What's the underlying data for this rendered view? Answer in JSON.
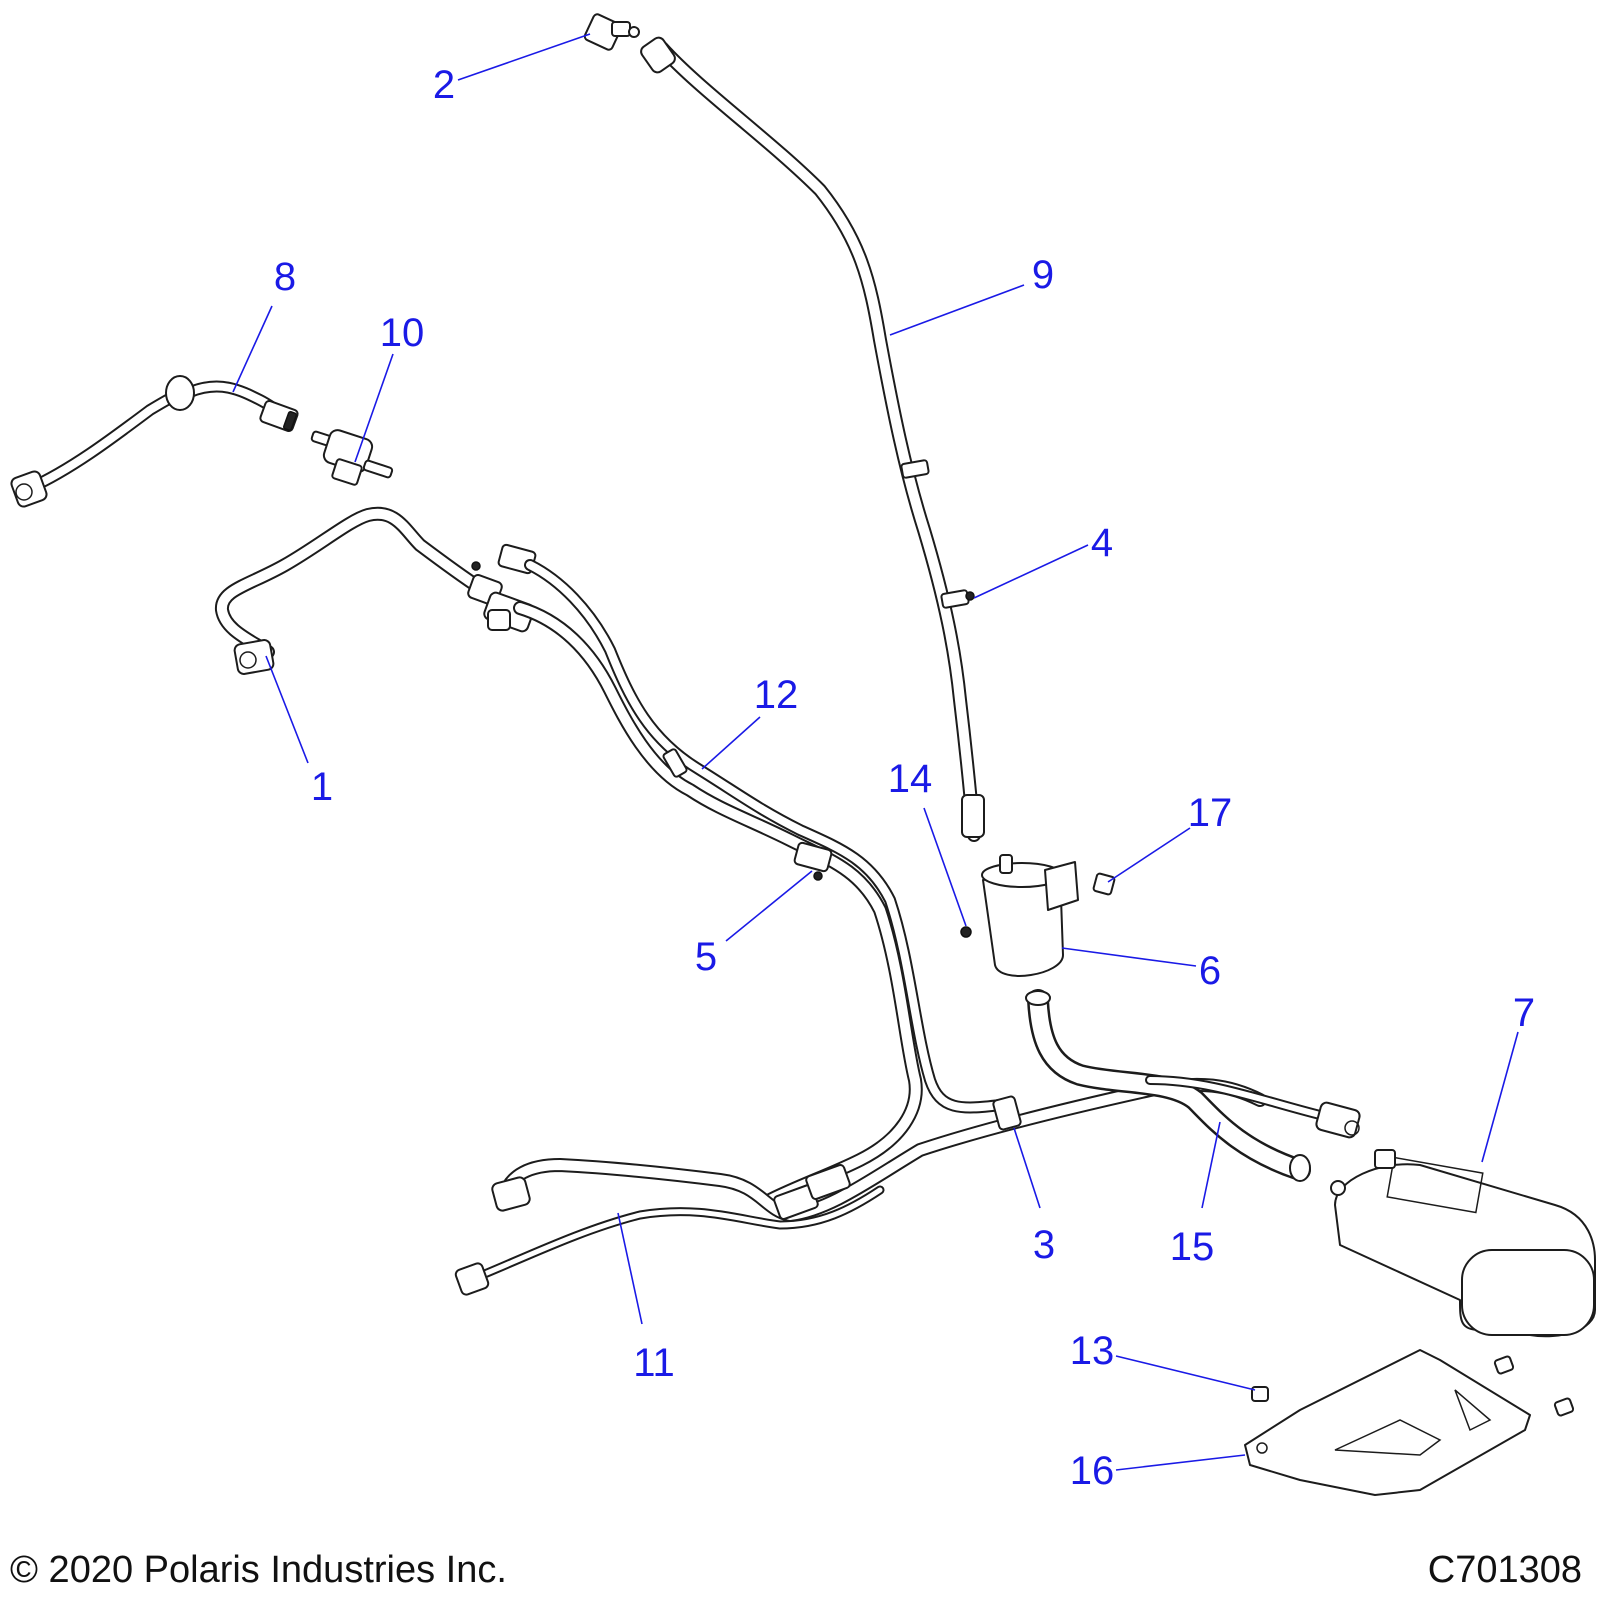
{
  "diagram": {
    "callouts": [
      "1",
      "2",
      "3",
      "4",
      "5",
      "6",
      "7",
      "8",
      "9",
      "10",
      "11",
      "12",
      "13",
      "14",
      "15",
      "16",
      "17"
    ]
  },
  "footer": {
    "copyright": "© 2020 Polaris Industries Inc.",
    "figure_id": "C701308"
  }
}
